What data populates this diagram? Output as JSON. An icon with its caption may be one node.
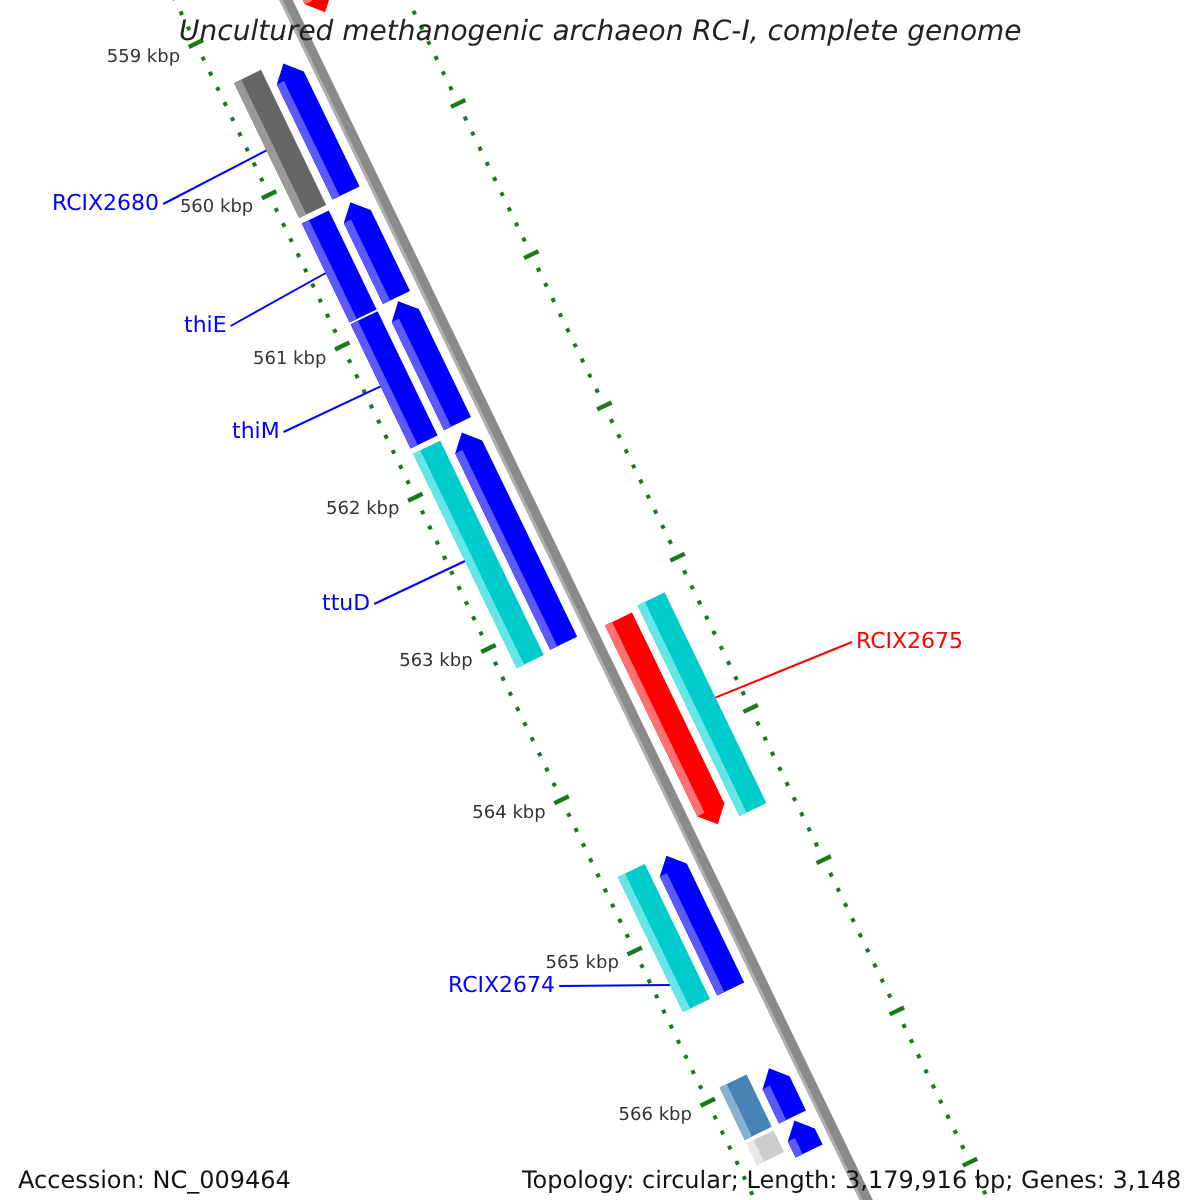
{
  "diagram": {
    "title": "Uncultured methanogenic archaeon RC-I, complete genome",
    "nodes": [
      {
        "text": [],
        "shape": "bar"
      },
      {
        "text": [],
        "shape": "bar"
      },
      {
        "text": [],
        "shape": "bar"
      },
      {
        "text": [
          "RCIX2680"
        ]
      },
      {
        "text": [],
        "shape": "bar"
      },
      {
        "text": [],
        "shape": "bar"
      },
      {
        "text": [
          "thiE"
        ]
      },
      {
        "text": [],
        "shape": "bar"
      },
      {
        "text": [],
        "shape": "bar"
      },
      {
        "text": [
          "thiM"
        ]
      },
      {
        "text": [],
        "shape": "bar"
      },
      {
        "text": [],
        "shape": "bar"
      },
      {
        "text": [
          "ttuD"
        ]
      },
      {
        "text": [],
        "shape": "bar"
      },
      {
        "text": [],
        "shape": "bar"
      },
      {
        "text": [
          "RCIX2675"
        ]
      },
      {
        "text": [],
        "shape": "bar"
      },
      {
        "text": [],
        "shape": "bar"
      },
      {
        "text": [
          "RCIX2674"
        ]
      },
      {
        "text": [],
        "shape": "bar"
      },
      {
        "text": [],
        "shape": "bar"
      },
      {
        "text": [],
        "shape": "bar"
      },
      {
        "text": [],
        "shape": "bar"
      }
    ],
    "edges": [
      {
        "from": 3,
        "to": 1,
        "arrow": "none"
      },
      {
        "from": 6,
        "to": 4,
        "arrow": "none"
      },
      {
        "from": 9,
        "to": 7,
        "arrow": "none"
      },
      {
        "from": 12,
        "to": 10,
        "arrow": "none"
      },
      {
        "from": 15,
        "to": 14,
        "arrow": "none",
        "color": "#ff0000"
      },
      {
        "from": 18,
        "to": 16,
        "arrow": "none"
      }
    ],
    "labels": [
      "559 kbp",
      "560 kbp",
      "561 kbp",
      "562 kbp",
      "563 kbp",
      "564 kbp",
      "565 kbp",
      "566 kbp",
      "Accession: NC_009464",
      "Topology: circular; Length: 3,179,916 bp; Genes: 3,148"
    ]
  }
}
